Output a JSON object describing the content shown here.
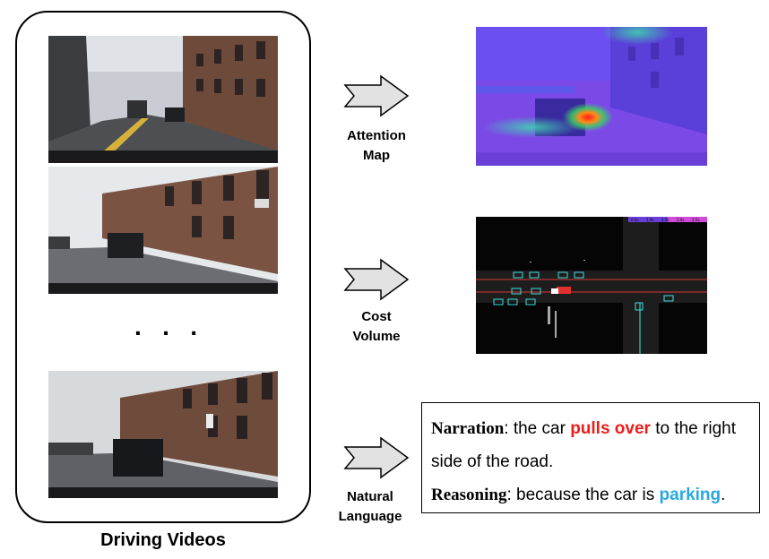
{
  "videos": {
    "caption": "Driving Videos",
    "ellipsis": "· · ·"
  },
  "outputs": [
    {
      "label_line1": "Attention",
      "label_line2": "Map"
    },
    {
      "label_line1": "Cost",
      "label_line2": "Volume"
    },
    {
      "label_line1": "Natural",
      "label_line2": "Language"
    }
  ],
  "cost_volume_scale": [
    "0.5s",
    "1.0s",
    "1.5s",
    "2.0s",
    "2.5s"
  ],
  "language": {
    "narration_key": "Narration",
    "narration_pre": ": the car ",
    "narration_highlight": "pulls over",
    "narration_post": " to the right",
    "narration_line2": "side of the road.",
    "reasoning_key": "Reasoning",
    "reasoning_pre": ": because the car is ",
    "reasoning_highlight": "parking",
    "reasoning_post": "."
  },
  "colors": {
    "narration_highlight": "#ee1c1c",
    "reasoning_highlight": "#29a8e0"
  }
}
